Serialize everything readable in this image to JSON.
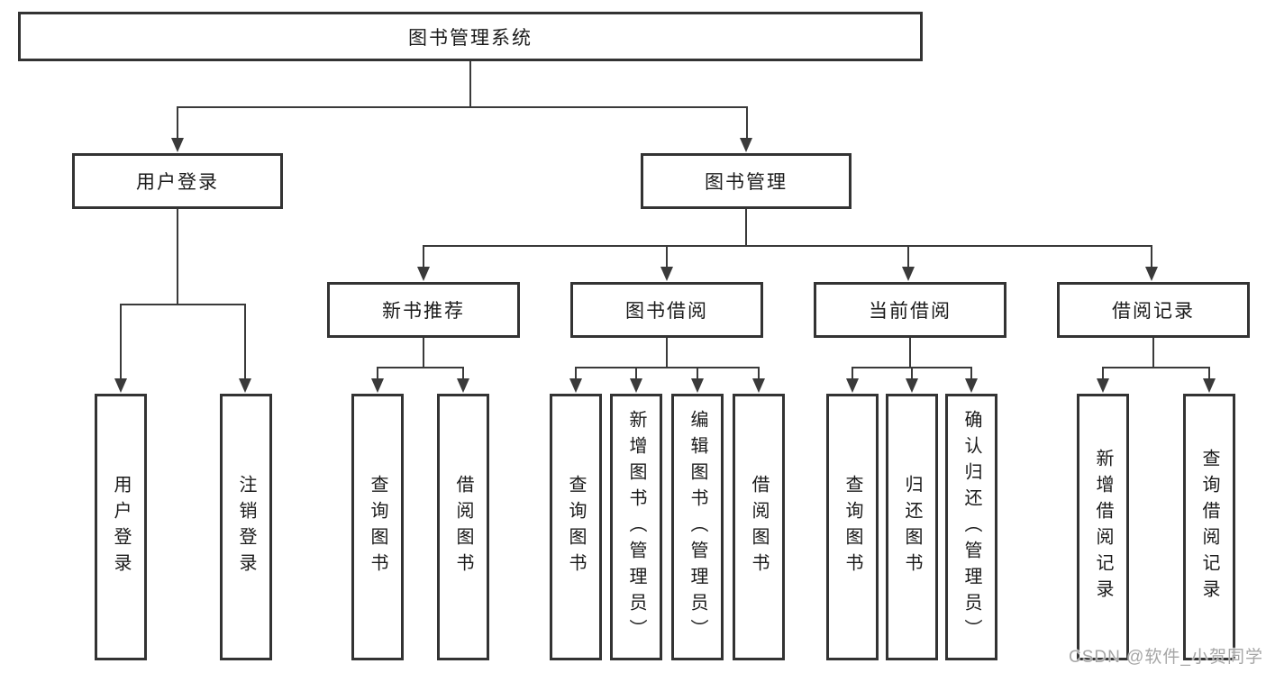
{
  "colors": {
    "line": "#3a3a3a",
    "box_border": "#333333",
    "box_bg": "#ffffff",
    "text": "#1a1a1a",
    "watermark": "#a6a6a6"
  },
  "tree": {
    "root": {
      "label": "图书管理系统"
    },
    "level2": [
      {
        "label": "用户登录"
      },
      {
        "label": "图书管理"
      }
    ],
    "level3": [
      {
        "label": "新书推荐"
      },
      {
        "label": "图书借阅"
      },
      {
        "label": "当前借阅"
      },
      {
        "label": "借阅记录"
      }
    ],
    "leaves": {
      "user_login": [
        {
          "label": "用户登录"
        },
        {
          "label": "注销登录"
        }
      ],
      "new_book": [
        {
          "label": "查询图书"
        },
        {
          "label": "借阅图书"
        }
      ],
      "book_borrow": [
        {
          "label": "查询图书"
        },
        {
          "label": "新增图书（管理员）"
        },
        {
          "label": "编辑图书（管理员）"
        },
        {
          "label": "借阅图书"
        }
      ],
      "current_borrow": [
        {
          "label": "查询图书"
        },
        {
          "label": "归还图书"
        },
        {
          "label": "确认归还（管理员）"
        }
      ],
      "borrow_record": [
        {
          "label": "新增借阅记录"
        },
        {
          "label": "查询借阅记录"
        }
      ]
    }
  },
  "watermark": {
    "text": "CSDN @软件_小贺同学"
  }
}
